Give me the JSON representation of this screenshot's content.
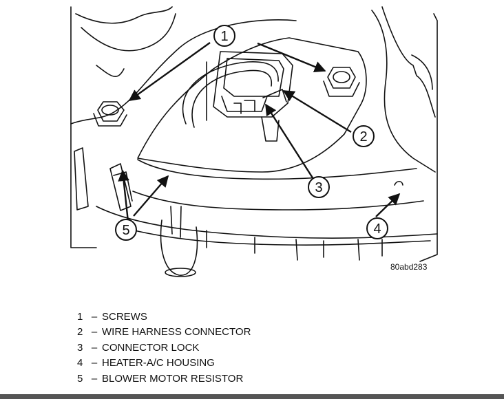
{
  "figure": {
    "code": "80abd283",
    "callouts": [
      "1",
      "2",
      "3",
      "4",
      "5"
    ],
    "colors": {
      "ink": "#111111",
      "background": "#ffffff",
      "bottom_bar": "#555555"
    }
  },
  "legend": [
    {
      "number": "1",
      "label": "SCREWS"
    },
    {
      "number": "2",
      "label": "WIRE HARNESS CONNECTOR"
    },
    {
      "number": "3",
      "label": "CONNECTOR LOCK"
    },
    {
      "number": "4",
      "label": "HEATER-A/C HOUSING"
    },
    {
      "number": "5",
      "label": "BLOWER MOTOR RESISTOR"
    }
  ]
}
